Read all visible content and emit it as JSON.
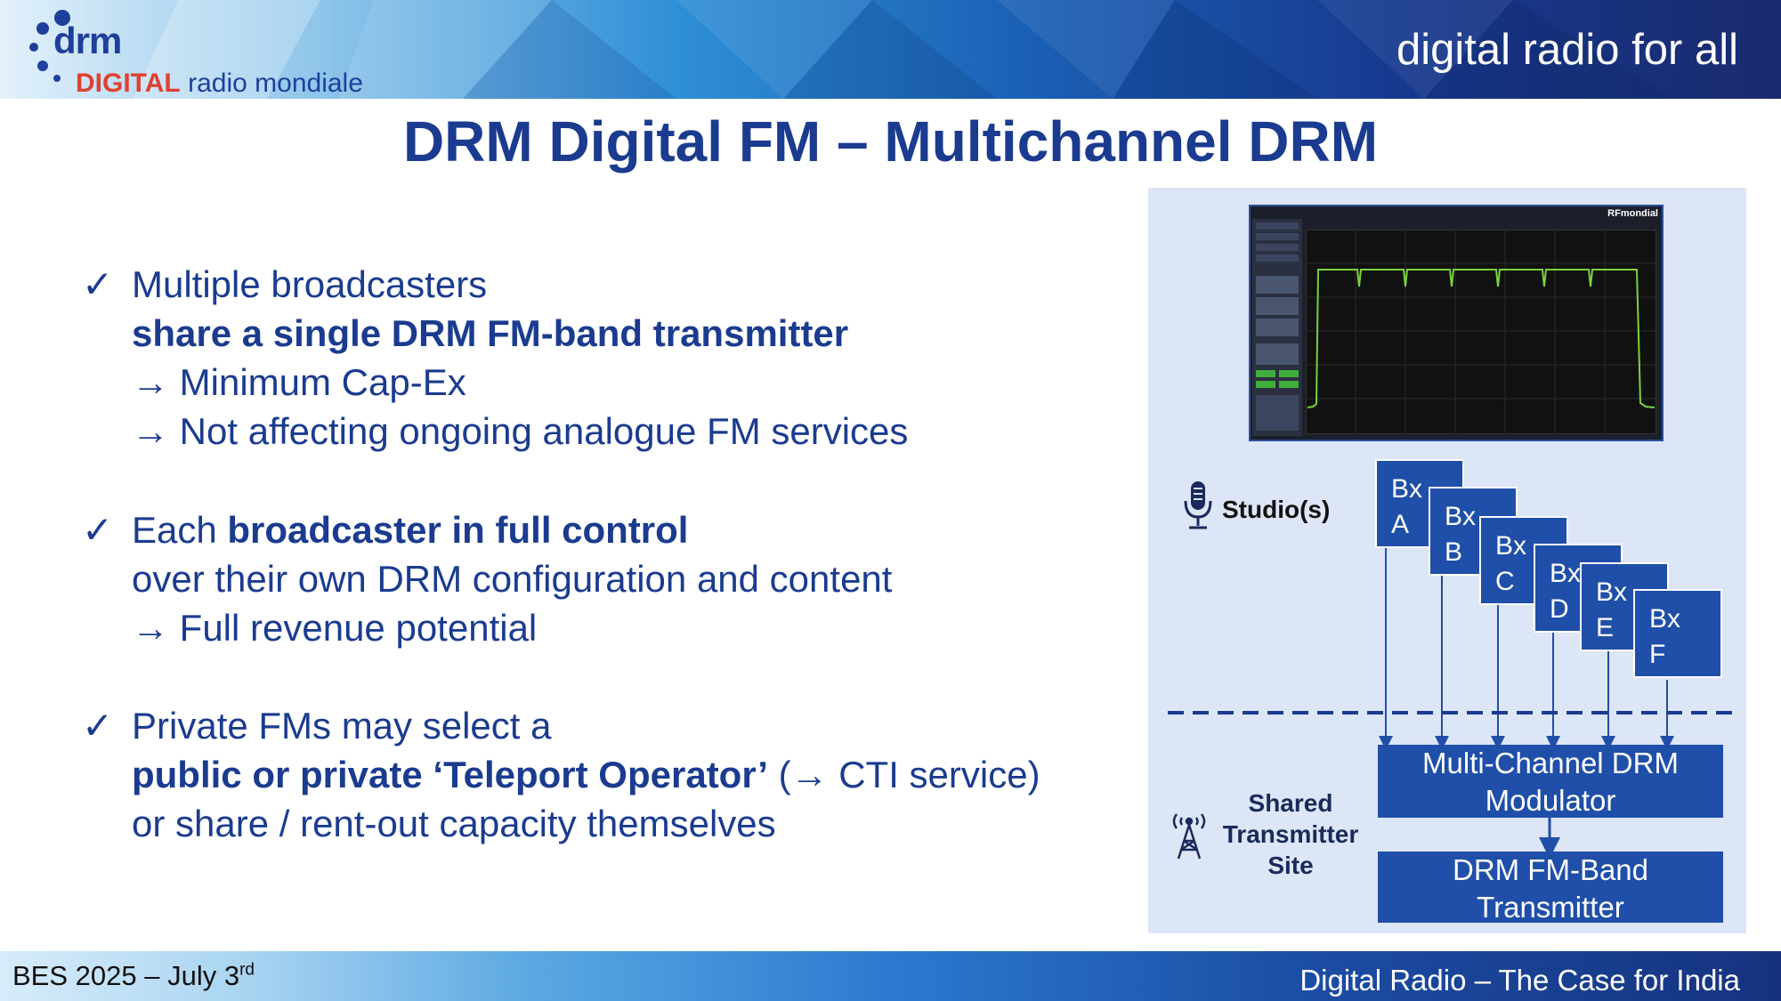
{
  "header": {
    "logo_brand": "drm",
    "logo_tag_red": "DIGITAL",
    "logo_tag_rest": "radio mondiale",
    "slogan": "digital radio for all"
  },
  "title": "DRM Digital FM – Multichannel DRM",
  "bullets": [
    {
      "check": "✓",
      "line1": "Multiple broadcasters",
      "line2_bold": "share a single DRM FM-band transmitter",
      "line3": "→ Minimum Cap-Ex",
      "line4": "→ Not affecting ongoing analogue FM services"
    },
    {
      "check": "✓",
      "line1_pre": "Each ",
      "line1_bold": "broadcaster in full control",
      "line2": "over their own DRM configuration and content",
      "line3": "→ Full revenue potential"
    },
    {
      "check": "✓",
      "line1": "Private FMs may select a",
      "line2_bold": "public or private ‘Teleport Operator’",
      "line2_rest": " (→ CTI service)",
      "line3": "or share / rent-out capacity themselves"
    }
  ],
  "diagram": {
    "screenshot_brand": "RFmondial",
    "studio_label": "Studio(s)",
    "site_label": [
      "Shared",
      "Transmitter",
      "Site"
    ],
    "broadcasters": [
      {
        "top": "Bx",
        "bottom": "A"
      },
      {
        "top": "Bx",
        "bottom": "B"
      },
      {
        "top": "Bx",
        "bottom": "C"
      },
      {
        "top": "Bx",
        "bottom": "D"
      },
      {
        "top": "Bx",
        "bottom": "E"
      },
      {
        "top": "Bx",
        "bottom": "F"
      }
    ],
    "modulator": [
      "Multi-Channel DRM",
      "Modulator"
    ],
    "transmitter": [
      "DRM FM-Band",
      "Transmitter"
    ],
    "icons": [
      "microphone-icon",
      "antenna-tower-icon"
    ]
  },
  "footer": {
    "left": "BES 2025 – July 3",
    "left_sup": "rd",
    "right": "Digital Radio – The Case for India"
  },
  "colors": {
    "title": "#1a3b8f",
    "box_fill": "#1f4fa8",
    "panel_bg": "#dde6f6",
    "spectrum": "#7ad23c"
  }
}
